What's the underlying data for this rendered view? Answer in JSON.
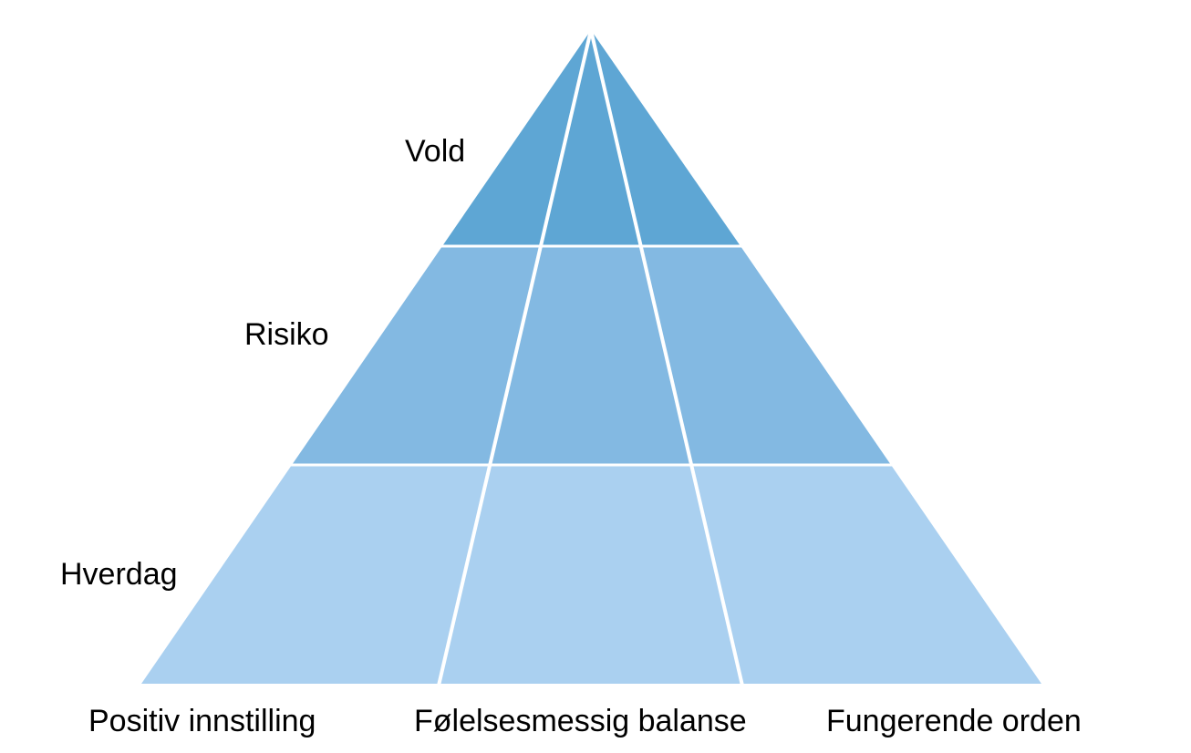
{
  "levels": [
    {
      "label": "Vold",
      "color": "#5ea6d4"
    },
    {
      "label": "Risiko",
      "color": "#83b9e2"
    },
    {
      "label": "Hverdag",
      "color": "#aad0f0"
    }
  ],
  "columns": [
    {
      "label": "Positiv innstilling"
    },
    {
      "label": "Følelsesmessig balanse"
    },
    {
      "label": "Fungerende orden"
    }
  ],
  "divider_color": "#ffffff"
}
